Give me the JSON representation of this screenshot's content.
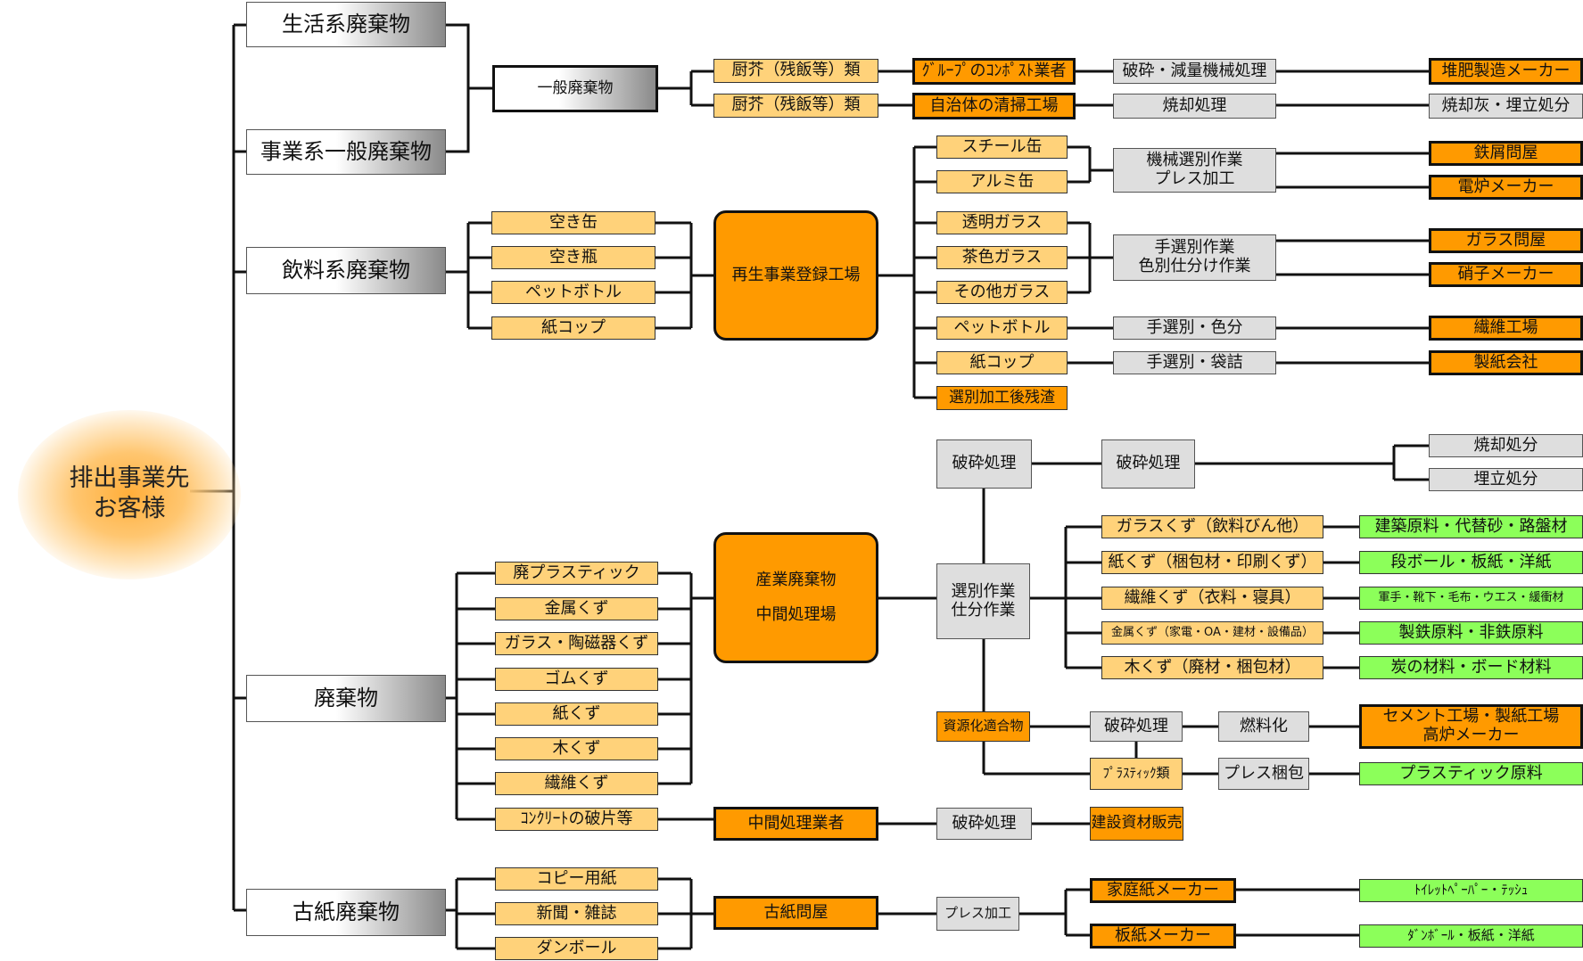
{
  "source": {
    "line1": "排出事業先",
    "line2": "お客様"
  },
  "categories": {
    "seikatsu": "生活系廃棄物",
    "jigyou": "事業系一般廃棄物",
    "inryou": "飲料系廃棄物",
    "haikibutsu": "廃棄物",
    "koshi": "古紙廃棄物"
  },
  "ippan": {
    "label": "一般廃棄物",
    "rows": [
      {
        "item": "厨芥（残飯等）類",
        "handler": "ｸﾞﾙｰﾌﾟのｺﾝﾎﾟｽﾄ業者",
        "process": "破砕・減量機械処理",
        "dest": "堆肥製造メーカー"
      },
      {
        "item": "厨芥（残飯等）類",
        "handler": "自治体の清掃工場",
        "process": "焼却処理",
        "dest": "焼却灰・埋立処分"
      }
    ]
  },
  "beverage": {
    "inputs": [
      "空き缶",
      "空き瓶",
      "ペットボトル",
      "紙コップ"
    ],
    "hub": "再生事業登録工場",
    "outputs": [
      "スチール缶",
      "アルミ缶",
      "透明ガラス",
      "茶色ガラス",
      "その他ガラス",
      "ペットボトル",
      "紙コップ",
      "選別加工後残渣"
    ],
    "process_metal": [
      "機械選別作業",
      "プレス加工"
    ],
    "process_glass": [
      "手選別作業",
      "色別仕分け作業"
    ],
    "process_pet": "手選別・色分",
    "process_cup": "手選別・袋詰",
    "dests": [
      "鉄屑問屋",
      "電炉メーカー",
      "ガラス問屋",
      "硝子メーカー",
      "繊維工場",
      "製紙会社"
    ]
  },
  "industrial": {
    "inputs": [
      "廃プラスティック",
      "金属くず",
      "ガラス・陶磁器くず",
      "ゴムくず",
      "紙くず",
      "木くず",
      "繊維くず",
      "ｺﾝｸﾘｰﾄの破片等"
    ],
    "hub": [
      "産業廃棄物",
      "中間処理場"
    ],
    "crush1": "破砕処理",
    "crush2": "破砕処理",
    "final": [
      "焼却処分",
      "埋立処分"
    ],
    "sort": [
      "選別作業",
      "仕分作業"
    ],
    "sorted": [
      "ガラスくず（飲料びん他）",
      "紙くず（梱包材・印刷くず）",
      "繊維くず（衣料・寝具）",
      "金属くず（家電・OA・建材・設備品）",
      "木くず（廃材・梱包材）"
    ],
    "uses": [
      "建築原料・代替砂・路盤材",
      "段ボール・板紙・洋紙",
      "軍手・靴下・毛布・ウエス・緩衝材",
      "製鉄原料・非鉄原料",
      "炭の材料・ボード材料"
    ],
    "resource": "資源化適合物",
    "crush3": "破砕処理",
    "fuel": "燃料化",
    "fuel_dest": [
      "セメント工場・製紙工場",
      "高炉メーカー"
    ],
    "plastics": "ﾌﾟﾗｽﾃｨｯｸ類",
    "press": "プレス梱包",
    "plastic_raw": "プラスティック原料",
    "mid_handler": "中間処理業者",
    "crush4": "破砕処理",
    "materials_sale": "建設資材販売"
  },
  "paper": {
    "inputs": [
      "コピー用紙",
      "新聞・雑誌",
      "ダンボール"
    ],
    "hub": "古紙問屋",
    "press": "プレス加工",
    "makers": [
      "家庭紙メーカー",
      "板紙メーカー"
    ],
    "products": [
      "ﾄｲﾚｯﾄﾍﾟｰﾊﾟｰ・ﾃｯｼｭ",
      "ﾀﾞﾝﾎﾞｰﾙ・板紙・洋紙"
    ]
  }
}
